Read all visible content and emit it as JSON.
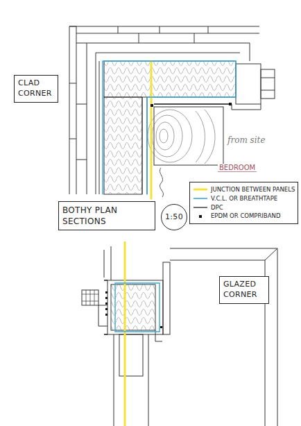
{
  "diagram": {
    "nodes": [
      {
        "text": [
          "CLAD CORNER"
        ]
      },
      {
        "text": [
          "BOTHY PLAN SECTIONS"
        ]
      },
      {
        "text": [
          "1:50"
        ]
      },
      {
        "text": [
          "GLAZED CORNER"
        ]
      }
    ],
    "labels": [
      "from site",
      "BEDROOM"
    ],
    "legend": [
      {
        "text": "JUNCTION BETWEEN PANELS",
        "color": "#f2e23a"
      },
      {
        "text": "V.C.L. OR BREATHTAPE",
        "color": "#36a9d6"
      },
      {
        "text": "DPC"
      },
      {
        "text": "EPDM OR COMPRIBAND"
      }
    ]
  }
}
